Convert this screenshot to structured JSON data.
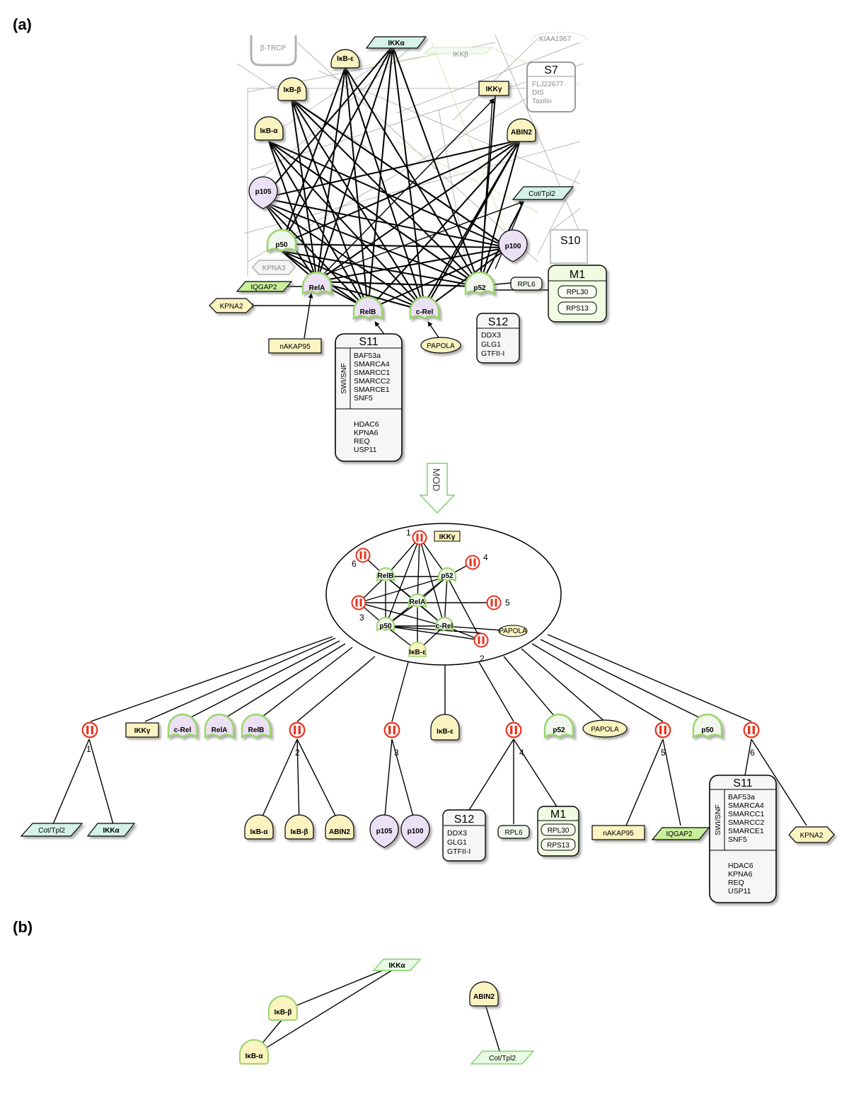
{
  "panels": {
    "a": "(a)",
    "b": "(b)"
  },
  "arrow_label": "MOD",
  "top_network": {
    "nodes": {
      "btrcp": "β-TRCP",
      "ikba_kin": "IKKα",
      "ikkb": "IKKβ",
      "kiaa": "KIAA1967",
      "ikbe": "IκB-ε",
      "ikbb": "IκB-β",
      "ikbA": "IκB-α",
      "ikkg": "IKKγ",
      "abin2": "ABIN2",
      "p105": "p105",
      "cot": "Cot/Tpl2",
      "p50": "p50",
      "p100": "p100",
      "kpna3": "KPNA3",
      "iqgap2": "IQGAP2",
      "rela": "RelA",
      "p52": "p52",
      "rpl6": "RPL6",
      "kpna2": "KPNA2",
      "relb": "RelB",
      "crel": "c-Rel",
      "papola": "PAPOLA",
      "nakap95": "nAKAP95",
      "s10": "S10"
    },
    "s7": {
      "title": "S7",
      "items": [
        "FLJ22677",
        "DIS",
        "Taxilin"
      ]
    },
    "m1": {
      "title": "M1",
      "items": [
        "RPL30",
        "RPS13"
      ]
    },
    "s12": {
      "title": "S12",
      "items": [
        "DDX3",
        "GLG1",
        "GTFII-I"
      ]
    },
    "s11": {
      "title": "S11",
      "side": "SWI/SNF",
      "swi": [
        "BAF53a",
        "SMARCA4",
        "SMARCC1",
        "SMARCC2",
        "SMARCE1",
        "SNF5"
      ],
      "rest": [
        "HDAC6",
        "KPNA6",
        "REQ",
        "USP11"
      ]
    }
  },
  "middle_cluster": {
    "nodes": {
      "ikkg": "IKKγ",
      "relb": "RelB",
      "p52": "p52",
      "rela": "RelA",
      "p50": "p50",
      "crel": "c-Rel",
      "papola": "PAPOLA",
      "ikbe": "IκB-ε"
    },
    "module_numbers": [
      "1",
      "2",
      "3",
      "4",
      "5",
      "6"
    ]
  },
  "bottom_tree": {
    "level1": {
      "ikkg": "IKKγ",
      "crel": "c-Rel",
      "rela": "RelA",
      "relb": "RelB",
      "ikbe": "IκB-ε",
      "p52": "p52",
      "papola": "PAPOLA",
      "p50": "p50"
    },
    "module_numbers": [
      "1",
      "2",
      "3",
      "4",
      "5",
      "6"
    ],
    "leaves": {
      "cot": "Cot/Tpl2",
      "ikka": "IKKα",
      "ikba": "IκB-α",
      "ikbb": "IκB-β",
      "abin2": "ABIN2",
      "p105": "p105",
      "p100": "p100",
      "rpl6": "RPL6",
      "nakap95": "nAKAP95",
      "iqgap2": "IQGAP2",
      "kpna2": "KPNA2"
    },
    "s12": {
      "title": "S12",
      "items": [
        "DDX3",
        "GLG1",
        "GTFII-I"
      ]
    },
    "m1": {
      "title": "M1",
      "items": [
        "RPL30",
        "RPS13"
      ]
    },
    "s11": {
      "title": "S11",
      "side": "SWI/SNF",
      "swi": [
        "BAF53a",
        "SMARCA4",
        "SMARCC1",
        "SMARCC2",
        "SMARCE1",
        "SNF5"
      ],
      "rest": [
        "HDAC6",
        "KPNA6",
        "REQ",
        "USP11"
      ]
    }
  },
  "panel_b": {
    "ikka": "IKKα",
    "ikbb": "IκB-β",
    "ikba": "IκB-α",
    "abin2": "ABIN2",
    "cot": "Cot/Tpl2"
  },
  "colors": {
    "yellow": "#fbf3c0",
    "purple": "#ece0f4",
    "cyan": "#d4f2e8",
    "green": "#c9ef9a",
    "outline_green": "#9ad66a",
    "module_red": "#e8321e"
  }
}
